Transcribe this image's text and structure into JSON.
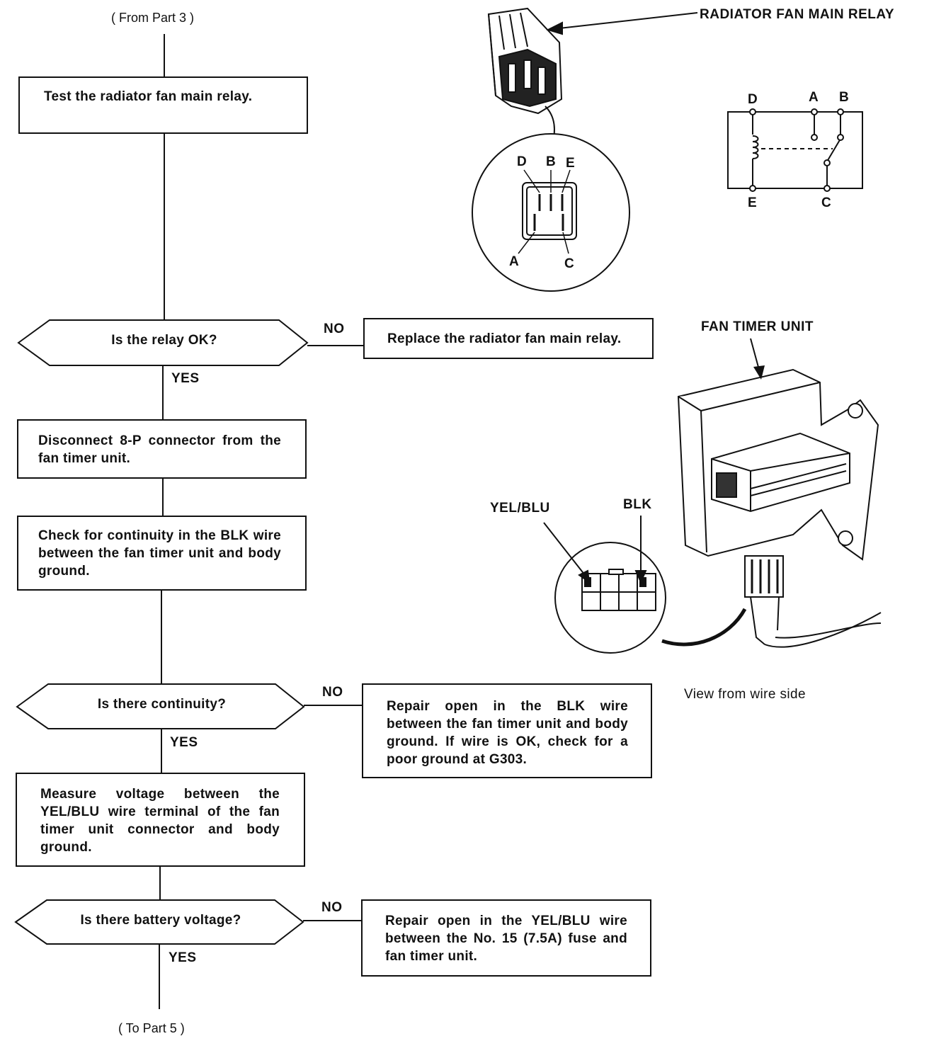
{
  "flow": {
    "from_label": "( From Part 3 )",
    "to_label": "( To Part 5 )",
    "steps": [
      "Test the radiator fan main relay.",
      "Disconnect 8-P connector from the fan timer unit.",
      "Check for continuity in the BLK wire between the fan timer unit and body ground.",
      "Measure voltage between the YEL/BLU wire terminal of the fan timer unit connector and body ground."
    ],
    "decisions": [
      "Is the relay OK?",
      "Is there continuity?",
      "Is there battery voltage?"
    ],
    "actions": [
      "Replace the radiator fan main relay.",
      "Repair open in the BLK wire between the fan timer unit and body ground. If wire is OK, check for a poor ground at G303.",
      "Repair open in the YEL/BLU wire between the No. 15 (7.5A) fuse and fan timer unit."
    ],
    "yes_label": "YES",
    "no_label": "NO"
  },
  "relay": {
    "title": "RADIATOR FAN MAIN RELAY",
    "connector_terminals": [
      "D",
      "B",
      "E",
      "A",
      "C"
    ],
    "schematic_terminals": [
      "D",
      "A",
      "B",
      "E",
      "C"
    ]
  },
  "fan_timer": {
    "title": "FAN TIMER UNIT",
    "wire_yel_blu": "YEL/BLU",
    "wire_blk": "BLK",
    "caption": "View from wire side"
  }
}
